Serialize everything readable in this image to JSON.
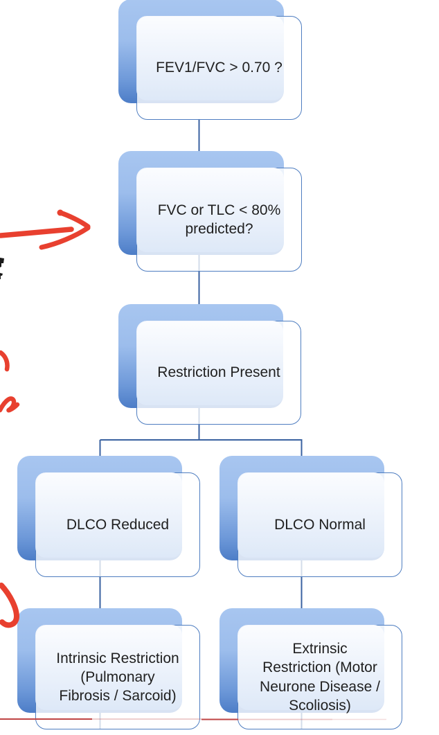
{
  "colors": {
    "node_border": "#4e7dc0",
    "shadow_gradient_top": "#a8c6f0",
    "shadow_gradient_bottom": "#4d7dc7",
    "connector": "#3a62a0",
    "annotation_red": "#e8402f",
    "underline_red": "#bf4343",
    "text": "#1f1f1f"
  },
  "nodes": [
    {
      "id": "fev1-fvc",
      "label": "FEV1/FVC > 0.70 ?"
    },
    {
      "id": "fvc-tlc",
      "label": "FVC or TLC < 80%\npredicted?"
    },
    {
      "id": "restriction-present",
      "label": "Restriction Present"
    },
    {
      "id": "dlco-reduced",
      "label": "DLCO Reduced"
    },
    {
      "id": "dlco-normal",
      "label": "DLCO Normal"
    },
    {
      "id": "intrinsic",
      "label": "Intrinsic Restriction\n(Pulmonary\nFibrosis / Sarcoid)"
    },
    {
      "id": "extrinsic",
      "label": "Extrinsic\nRestriction (Motor\nNeurone Disease /\nScoliosis)"
    }
  ],
  "annotations": {
    "red_arrow": "hand-drawn-red-arrow",
    "red_squiggles": "partial-red-pen-squiggles",
    "red_hook": "partial-red-pen-hook",
    "red_underline": "fading-red-underline",
    "left_edge_text_fragment": "e"
  }
}
